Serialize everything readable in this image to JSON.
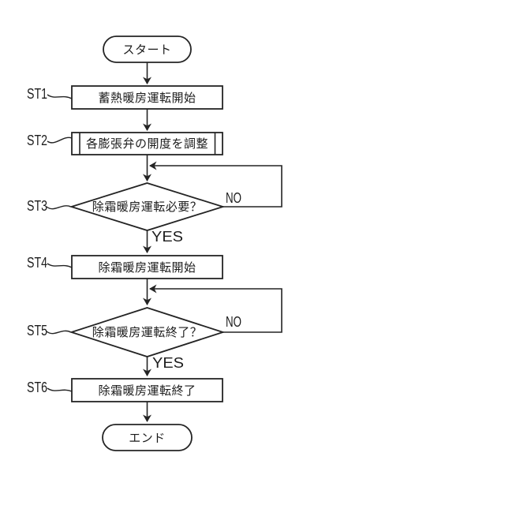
{
  "figure": {
    "type": "flowchart",
    "background_color": "#ffffff",
    "line_color": "#242424",
    "text_color": "#1c1c1c"
  },
  "flowchart": {
    "start": {
      "label": "スタート"
    },
    "end": {
      "label": "エンド"
    },
    "steps": [
      {
        "id": "ST1",
        "type": "process",
        "label": "蓄熱暖房運転開始"
      },
      {
        "id": "ST2",
        "type": "predefined-process",
        "label": "各膨張弁の開度を調整"
      },
      {
        "id": "ST3",
        "type": "decision",
        "label": "除霜暖房運転必要？",
        "yes": "YES",
        "no": "NO"
      },
      {
        "id": "ST4",
        "type": "process",
        "label": "除霜暖房運転開始"
      },
      {
        "id": "ST5",
        "type": "decision",
        "label": "除霜暖房運転終了？",
        "yes": "YES",
        "no": "NO"
      },
      {
        "id": "ST6",
        "type": "process",
        "label": "除霜暖房運転終了"
      }
    ]
  }
}
